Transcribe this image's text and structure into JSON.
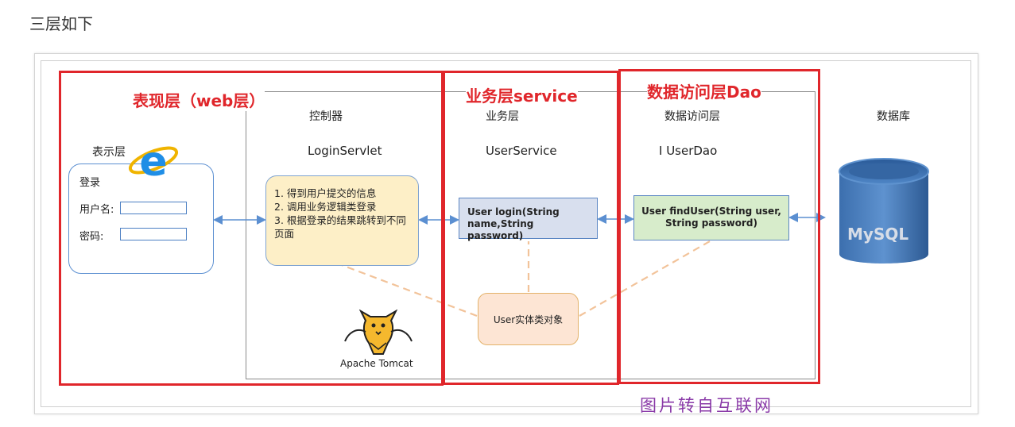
{
  "heading": "三层如下",
  "diagram": {
    "layers": {
      "web": "表现层（web层）",
      "service": "业务层service",
      "dao": "数据访问层Dao"
    },
    "presentation": {
      "label": "表示层",
      "login_title": "登录",
      "username_label": "用户名:",
      "password_label": "密码:"
    },
    "controller": {
      "heading": "控制器",
      "class_name": "LoginServlet",
      "steps": [
        "1. 得到用户提交的信息",
        "2. 调用业务逻辑类登录",
        "3. 根据登录的结果跳转到不同页面"
      ]
    },
    "service": {
      "heading": "业务层",
      "class_name": "UserService",
      "method": "User login(String name,String password)"
    },
    "dao": {
      "heading": "数据访问层",
      "class_name": "I UserDao",
      "method": "User findUser(String user, String password)"
    },
    "database": {
      "heading": "数据库",
      "logo_text": "MySQL"
    },
    "entity": "User实体类对象",
    "server": "Apache Tomcat",
    "icons": [
      "ie-browser-icon",
      "tomcat-logo-icon",
      "mysql-database-icon"
    ],
    "colors": {
      "highlight_red": "#e0262b",
      "controller_fill": "#fdefc7",
      "service_fill": "#d8dfee",
      "dao_fill": "#d7eccb",
      "entity_fill": "#fde5d4",
      "connector_blue": "#5b8fd1",
      "dependency_orange": "#f2c39a"
    }
  },
  "watermark": "图片转自互联网"
}
